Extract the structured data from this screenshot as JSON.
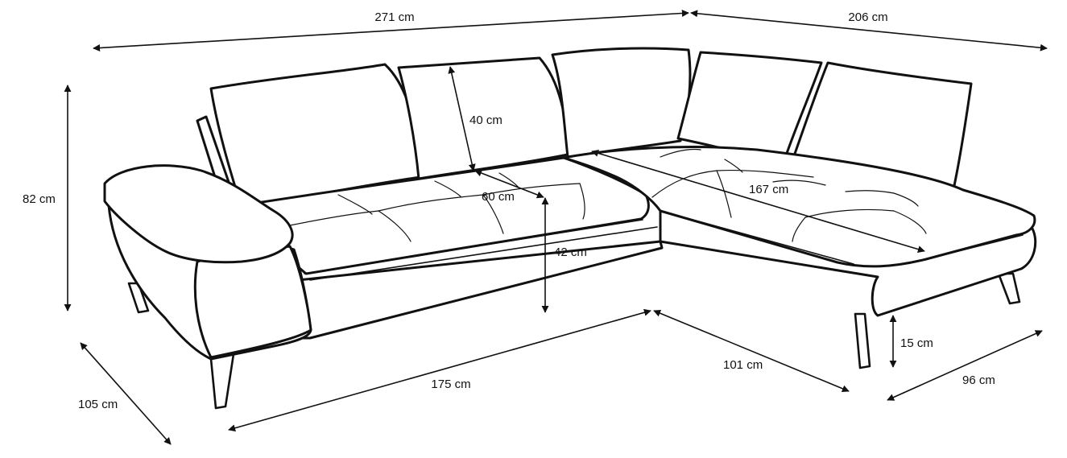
{
  "diagram": {
    "subject": "corner-sofa-dimensions",
    "line_color": "#111111",
    "background": "#ffffff",
    "dimensions": {
      "top_left_width": "271 cm",
      "top_right_width": "206 cm",
      "total_height": "82 cm",
      "cushion_height": "40 cm",
      "seat_depth": "60 cm",
      "chaise_length": "167 cm",
      "seat_height": "42 cm",
      "front_length": "175 cm",
      "side_depth": "105 cm",
      "chaise_front_depth": "101 cm",
      "leg_height": "15 cm",
      "chaise_width": "96 cm"
    }
  }
}
